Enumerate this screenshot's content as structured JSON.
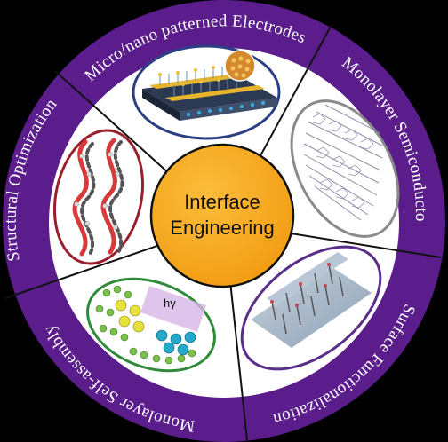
{
  "center": {
    "line1": "Interface",
    "line2": "Engineering"
  },
  "segments": [
    {
      "label": "Micro/nano patterned Electrodes",
      "illustration": "electrode-device-illustration"
    },
    {
      "label": "Monolayer Semiconductor",
      "illustration": "molecular-crystal-lattice-illustration"
    },
    {
      "label": "Surface Functionalization",
      "illustration": "surface-molecules-illustration"
    },
    {
      "label": "Monolayer Self-assembly",
      "illustration": "self-assembly-illustration",
      "annotation": "hγ"
    },
    {
      "label": "Structural Optimization",
      "illustration": "molecular-helix-illustration"
    }
  ],
  "colors": {
    "ring": "#5b1d8c",
    "center_fill": "#f7a71c",
    "panel_bg": "#ffffff",
    "divider": "#111111",
    "oval_borders": [
      "#2c3f85",
      "#7a7a7a",
      "#5a2f8a",
      "#2f8a3a",
      "#9a1f2c"
    ]
  }
}
